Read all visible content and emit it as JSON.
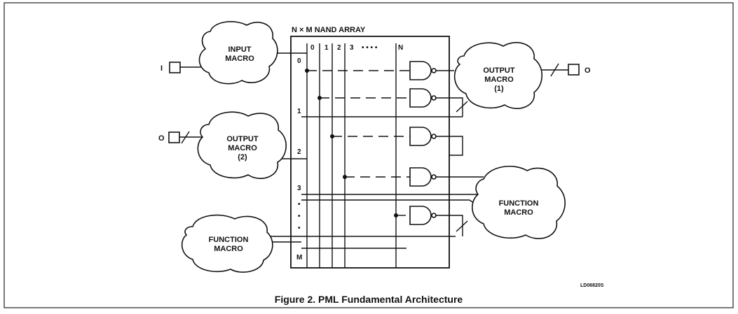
{
  "figure": {
    "title": "N × M NAND ARRAY",
    "caption": "Figure 2. PML Fundamental Architecture",
    "code": "LD06820S"
  },
  "macros": {
    "input": [
      "INPUT",
      "MACRO"
    ],
    "output1": [
      "OUTPUT",
      "MACRO",
      "(1)"
    ],
    "output2": [
      "OUTPUT",
      "MACRO",
      "(2)"
    ],
    "function_left": [
      "FUNCTION",
      "MACRO"
    ],
    "function_right": [
      "FUNCTION",
      "MACRO"
    ]
  },
  "pins": {
    "input_label": "I",
    "output1_label": "O",
    "output2_label": "O"
  },
  "array": {
    "column_labels": [
      "0",
      "1",
      "2",
      "3",
      "• • • •",
      "N"
    ],
    "row_labels": [
      "0",
      "1",
      "2",
      "3",
      "•",
      "•",
      "•",
      "M"
    ]
  }
}
